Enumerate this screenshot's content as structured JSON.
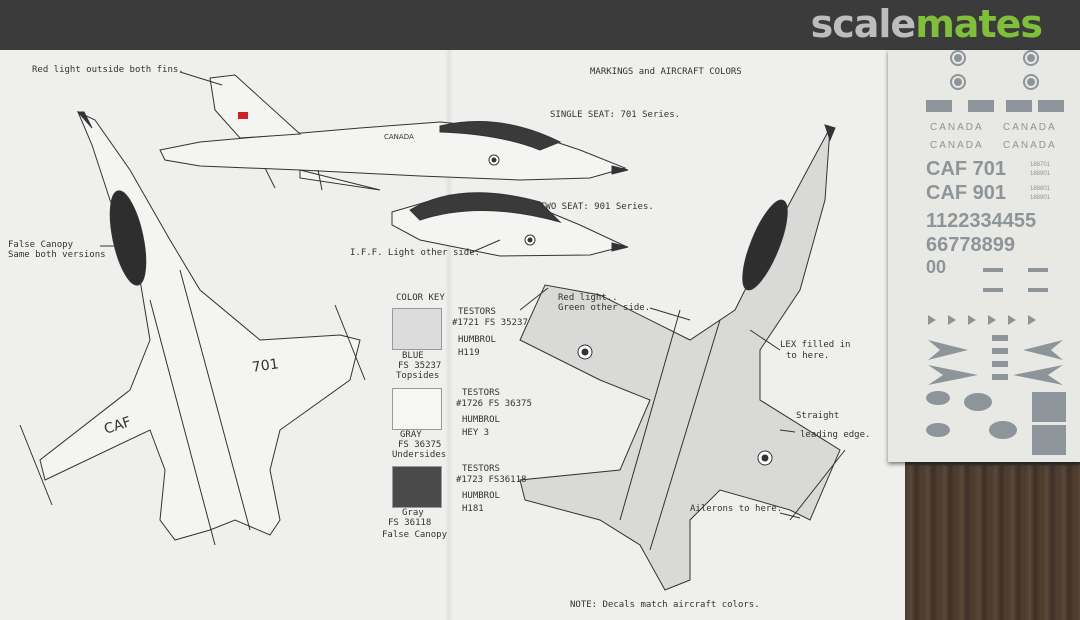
{
  "watermark": {
    "part1": "scale",
    "part2": "mates"
  },
  "header": {
    "title": "MARKINGS and AIRCRAFT COLORS"
  },
  "side_view_labels": {
    "red_light": "Red light outside both fins.",
    "single_seat": "SINGLE SEAT: 701 Series.",
    "two_seat": "TWO SEAT: 901 Series.",
    "iff_light": "I.F.F. Light other side.",
    "fuselage_text": "CANADA"
  },
  "top_view_labels": {
    "false_canopy_1": "False Canopy",
    "false_canopy_2": "Same both versions",
    "wing_number": "701",
    "wing_code": "CAF"
  },
  "color_key": {
    "title": "COLOR KEY",
    "swatches": [
      {
        "color": "#dcdcdc",
        "paint1": "TESTORS",
        "paint2": "#1721 FS 35237",
        "paint3": "HUMBROL",
        "paint4": "H119",
        "name1": "BLUE",
        "name2": "FS 35237",
        "name3": "Topsides"
      },
      {
        "color": "#f6f6f4",
        "paint1": "TESTORS",
        "paint2": "#1726 FS 36375",
        "paint3": "HUMBROL",
        "paint4": "HEY 3",
        "name1": "GRAY",
        "name2": "FS 36375",
        "name3": "Undersides"
      },
      {
        "color": "#4a4a4a",
        "paint1": "TESTORS",
        "paint2": "#1723 FS36118",
        "paint3": "HUMBROL",
        "paint4": "H181",
        "name1": "Gray",
        "name2": "FS 36118",
        "name3": "False Canopy"
      }
    ]
  },
  "bottom_view_labels": {
    "red_green": "Red light..",
    "red_green_2": "Green other side.",
    "lex_1": "LEX filled in",
    "lex_2": "to here.",
    "straight_1": "Straight",
    "straight_2": "leading edge.",
    "ailerons": "Ailerons to here."
  },
  "note": "NOTE: Decals match aircraft colors.",
  "decal_sheet": {
    "canada_words": [
      "CANADA",
      "CANADA",
      "CANADA",
      "CANADA"
    ],
    "serial_1": "CAF 701",
    "serial_2": "CAF 901",
    "digits_row_1": "1122334455",
    "digits_row_2": "66778899",
    "digits_row_3": "00",
    "small_1": "188701",
    "small_2": "188901",
    "small_3": "188801",
    "small_4": "188901"
  }
}
